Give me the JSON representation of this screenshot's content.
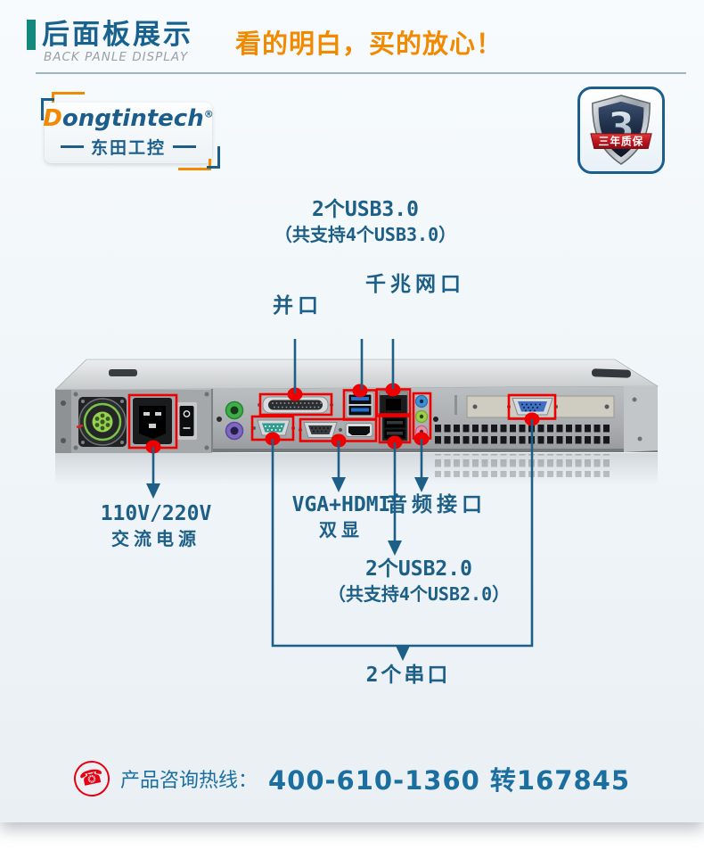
{
  "header": {
    "title": "后面板展示",
    "subtitle": "BACK PANLE DISPLAY",
    "slogan": "看的明白，买的放心！"
  },
  "brand": {
    "name_en_first": "D",
    "name_en_rest": "ongtintech",
    "reg_mark": "®",
    "name_cn": "东田工控"
  },
  "badge": {
    "number": "3",
    "label": "三年质保"
  },
  "annotations": {
    "usb3": {
      "line1": "2个USB3.0",
      "line2": "（共支持4个USB3.0）"
    },
    "lan": "千兆网口",
    "parallel": "并口",
    "power": {
      "line1": "110V/220V",
      "line2": "交流电源"
    },
    "display": {
      "line1": "VGA+HDMI",
      "line2": "双显"
    },
    "audio": "音频接口",
    "usb2": {
      "line1": "2个USB2.0",
      "line2": "（共支持4个USB2.0）"
    },
    "serial": "2个串口"
  },
  "hotline": {
    "icon": "☎",
    "label": "产品咨询热线：",
    "number": "400-610-1360 转167845"
  },
  "colors": {
    "accent_teal": "#12897c",
    "title_blue": "#19618e",
    "slogan_orange": "#f18a00",
    "label_blue": "#1d5f87",
    "highlight_red": "#e60012",
    "badge_border_blue": "#1b5e8c",
    "hotline_blue": "#1a6fa0"
  }
}
